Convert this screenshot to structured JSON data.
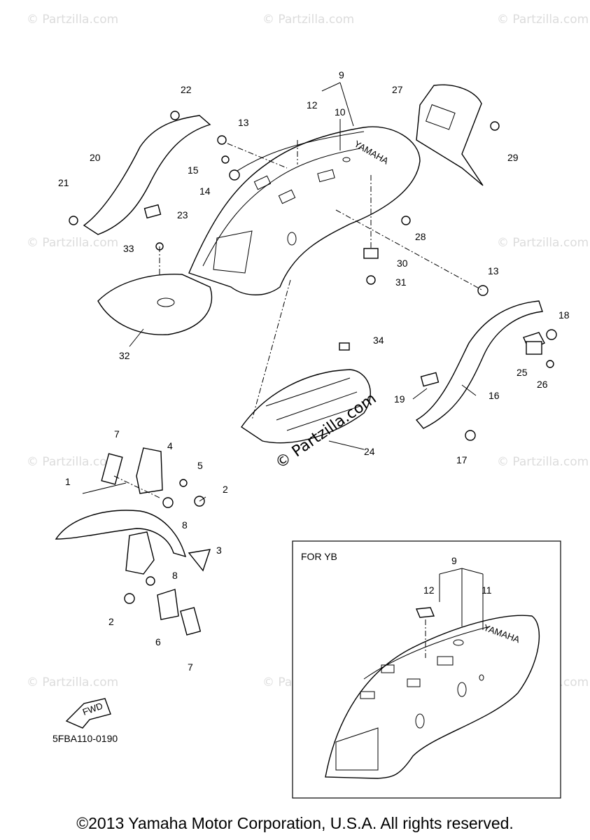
{
  "watermark": {
    "text": "© Partzilla.com",
    "center_text": "© Partzilla.com"
  },
  "inset": {
    "title": "FOR YB"
  },
  "diagram_code": "5FBA110-0190",
  "fwd_label": "FWD",
  "brand_text": "YAMAHA",
  "copyright": "©2013 Yamaha Motor Corporation, U.S.A. All rights reserved.",
  "callouts": {
    "c1": "1",
    "c2a": "2",
    "c2b": "2",
    "c3": "3",
    "c4": "4",
    "c5": "5",
    "c6": "6",
    "c7a": "7",
    "c7b": "7",
    "c8a": "8",
    "c8b": "8",
    "c9": "9",
    "c9b": "9",
    "c10": "10",
    "c11": "11",
    "c12": "12",
    "c12b": "12",
    "c13a": "13",
    "c13b": "13",
    "c14": "14",
    "c15": "15",
    "c16": "16",
    "c17": "17",
    "c18": "18",
    "c19": "19",
    "c20": "20",
    "c21": "21",
    "c22": "22",
    "c23": "23",
    "c24": "24",
    "c25": "25",
    "c26": "26",
    "c27": "27",
    "c28": "28",
    "c29": "29",
    "c30": "30",
    "c31": "31",
    "c32": "32",
    "c33": "33",
    "c34": "34"
  }
}
